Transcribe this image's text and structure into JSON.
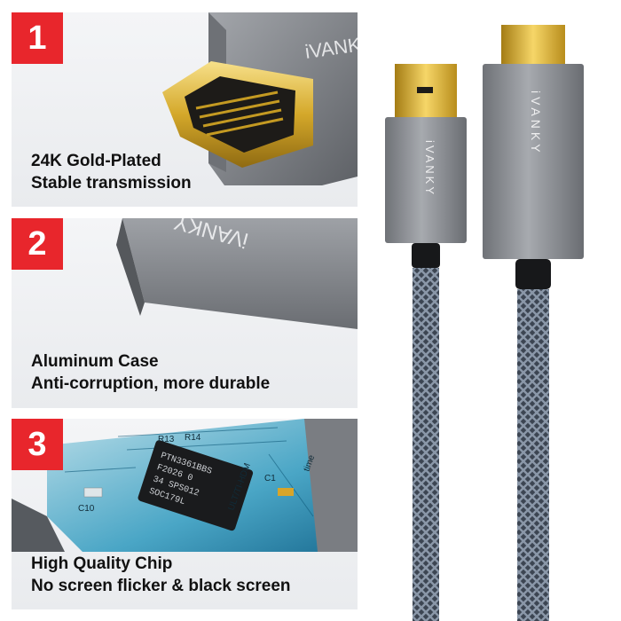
{
  "colors": {
    "badge": "#e8262c",
    "gold": "#d4a82a",
    "aluminum": "#8b8e93",
    "caption": "#111111"
  },
  "features": [
    {
      "number": "1",
      "line1": "24K Gold-Plated",
      "line2": "Stable transmission"
    },
    {
      "number": "2",
      "line1": "Aluminum Case",
      "line2": "Anti-corruption, more durable"
    },
    {
      "number": "3",
      "line1": "High Quality Chip",
      "line2": "No screen flicker & black screen"
    }
  ],
  "brand": "iVANKY",
  "chip": {
    "line1": "PTN3361BBS",
    "line2": "F2026   0",
    "line3": "34   SPS012",
    "line4": "SOC179L"
  },
  "board_labels": [
    "R13",
    "R14",
    "C10",
    "C1",
    "ULT/TI-HDM",
    "time"
  ]
}
